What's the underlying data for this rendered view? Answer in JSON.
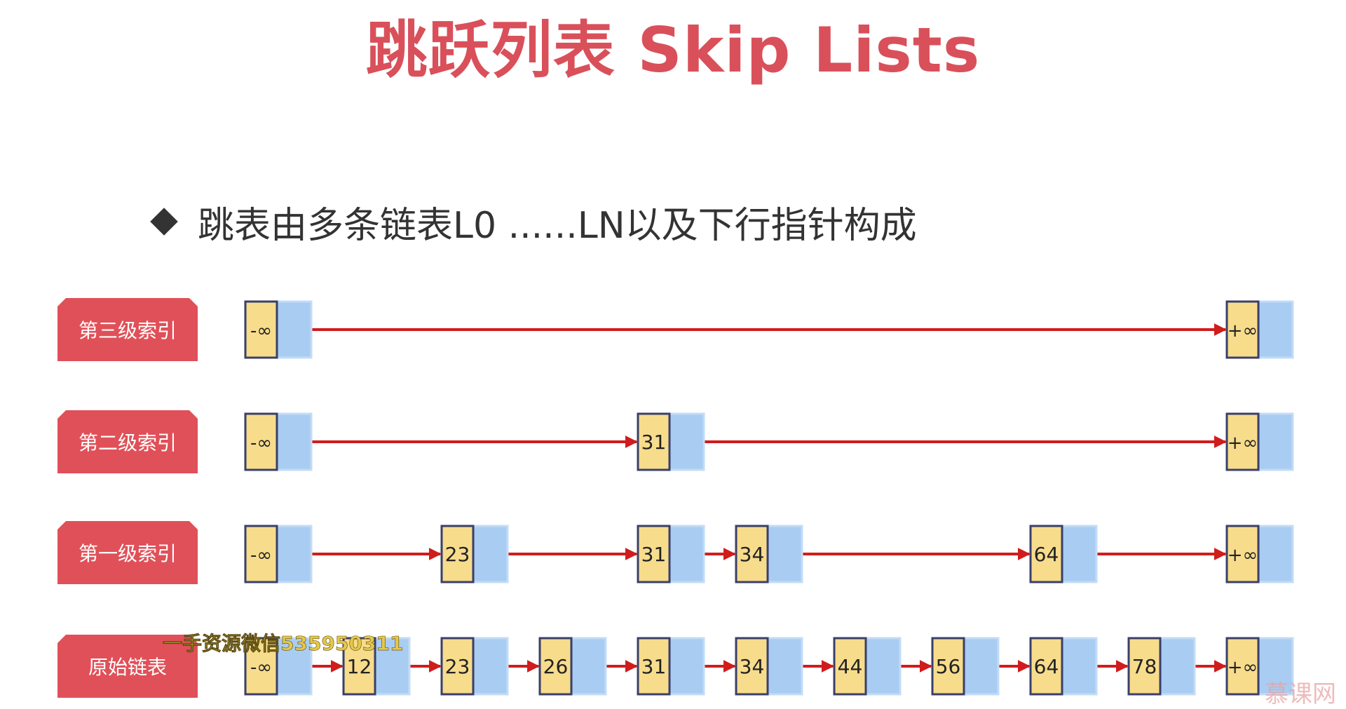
{
  "title": "跳跃列表 Skip Lists",
  "bullet": "跳表由多条链表L0 ......LN以及下行指针构成",
  "watermark": "一手资源微信535950311",
  "corner_logo": "慕课网",
  "colors": {
    "title": "#d9505a",
    "label_bg": "#e05058",
    "node_value_fill": "#f7dc8c",
    "node_pointer_fill": "#a9ccf2",
    "node_border": "#3a3f6a",
    "arrow": "#d01c1c"
  },
  "levels": [
    {
      "label": "第三级索引",
      "nodes": [
        "-∞",
        "+∞"
      ]
    },
    {
      "label": "第二级索引",
      "nodes": [
        "-∞",
        "31",
        "+∞"
      ]
    },
    {
      "label": "第一级索引",
      "nodes": [
        "-∞",
        "23",
        "31",
        "34",
        "64",
        "+∞"
      ]
    },
    {
      "label": "原始链表",
      "nodes": [
        "-∞",
        "12",
        "23",
        "26",
        "31",
        "34",
        "44",
        "56",
        "64",
        "78",
        "+∞"
      ]
    }
  ]
}
